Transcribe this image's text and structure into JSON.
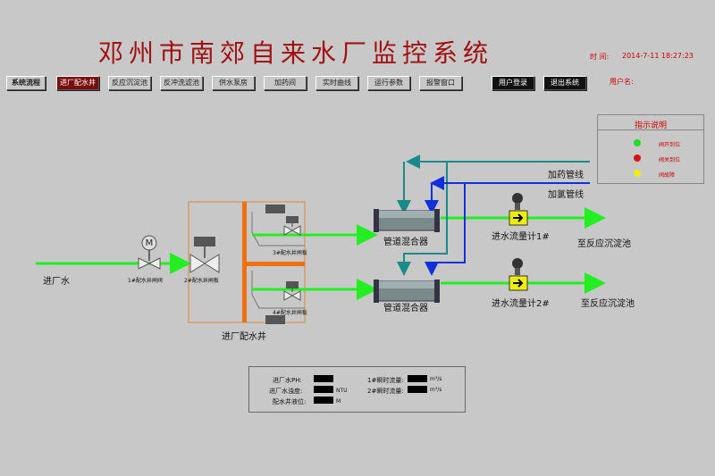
{
  "header": {
    "title": "邓州市南郊自来水厂监控系统",
    "time_label": "时 间:",
    "time_value": "2014-7-11 18:27:23",
    "user_label": "用户名:"
  },
  "nav": {
    "system_flow": "系统流程",
    "inlet_well": "进厂配水井",
    "sedimentation": "反应沉淀池",
    "backwash": "反冲洗滤池",
    "pump_room": "供水泵房",
    "dosing": "加药间",
    "realtime_curve": "实时曲线",
    "run_params": "运行参数",
    "alarm_window": "报警窗口",
    "login": "用户登录",
    "logout": "退出系统"
  },
  "legend": {
    "title": "指示说明",
    "items": [
      {
        "text": "阀开到位",
        "color": "#22dd22"
      },
      {
        "text": "阀关到位",
        "color": "#dd1111"
      },
      {
        "text": "阀故障",
        "color": "#eeee00"
      }
    ]
  },
  "diagram": {
    "inlet_water": "进厂水",
    "valve1": "1#配水井闸阀",
    "valve2": "2#配水井闸板",
    "valve3": "3#配水井闸板",
    "valve4": "4#配水井闸板",
    "well_label": "进厂配水井",
    "mixer1": "管道混合器",
    "mixer2": "管道混合器",
    "dosing_line": "加药管线",
    "chlorine_line": "加氯管线",
    "flowmeter1": "进水流量计1#",
    "flowmeter2": "进水流量计2#",
    "to_tank1": "至反应沉淀池",
    "to_tank2": "至反应沉淀池",
    "motor": "M"
  },
  "panel": {
    "ph_label": "进厂水PH:",
    "turbidity_label": "进厂水浊度:",
    "turbidity_unit": "NTU",
    "level_label": "配水井液位:",
    "level_unit": "M",
    "flow1_label": "1#瞬时流量:",
    "flow2_label": "2#瞬时流量:",
    "flow_unit": "m³/s"
  },
  "colors": {
    "title": "#a01010",
    "water_line": "#22ee22",
    "dosing_line": "#1a8a8a",
    "chlorine_line": "#1030dd",
    "well_wall": "#f07010",
    "flowmeter": "#eeee00"
  }
}
